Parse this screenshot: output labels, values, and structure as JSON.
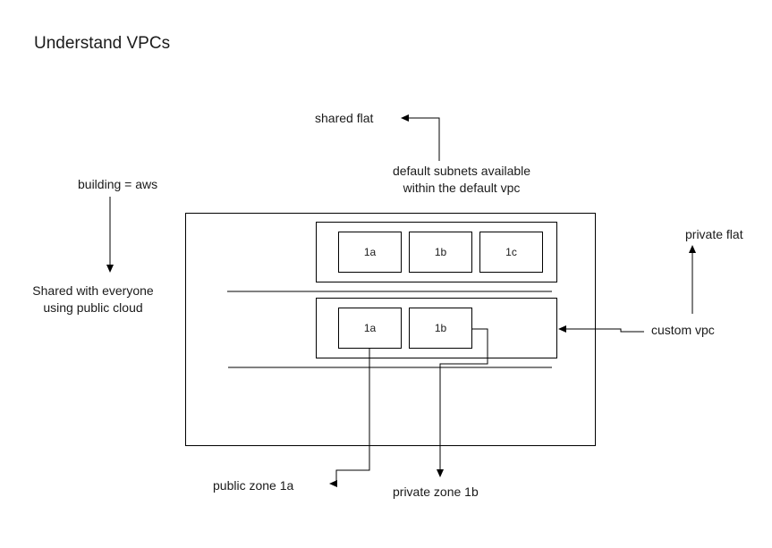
{
  "title": "Understand VPCs",
  "labels": {
    "shared_flat": "shared flat",
    "default_subnets_line1": "default subnets available",
    "default_subnets_line2": "within the default vpc",
    "building": "building = aws",
    "shared_everyone_line1": "Shared with everyone",
    "shared_everyone_line2": "using public cloud",
    "private_flat": "private flat",
    "custom_vpc": "custom vpc",
    "public_zone": "public zone 1a",
    "private_zone": "private zone 1b"
  },
  "default_vpc_subnets": [
    "1a",
    "1b",
    "1c"
  ],
  "custom_vpc_subnets": [
    "1a",
    "1b"
  ]
}
